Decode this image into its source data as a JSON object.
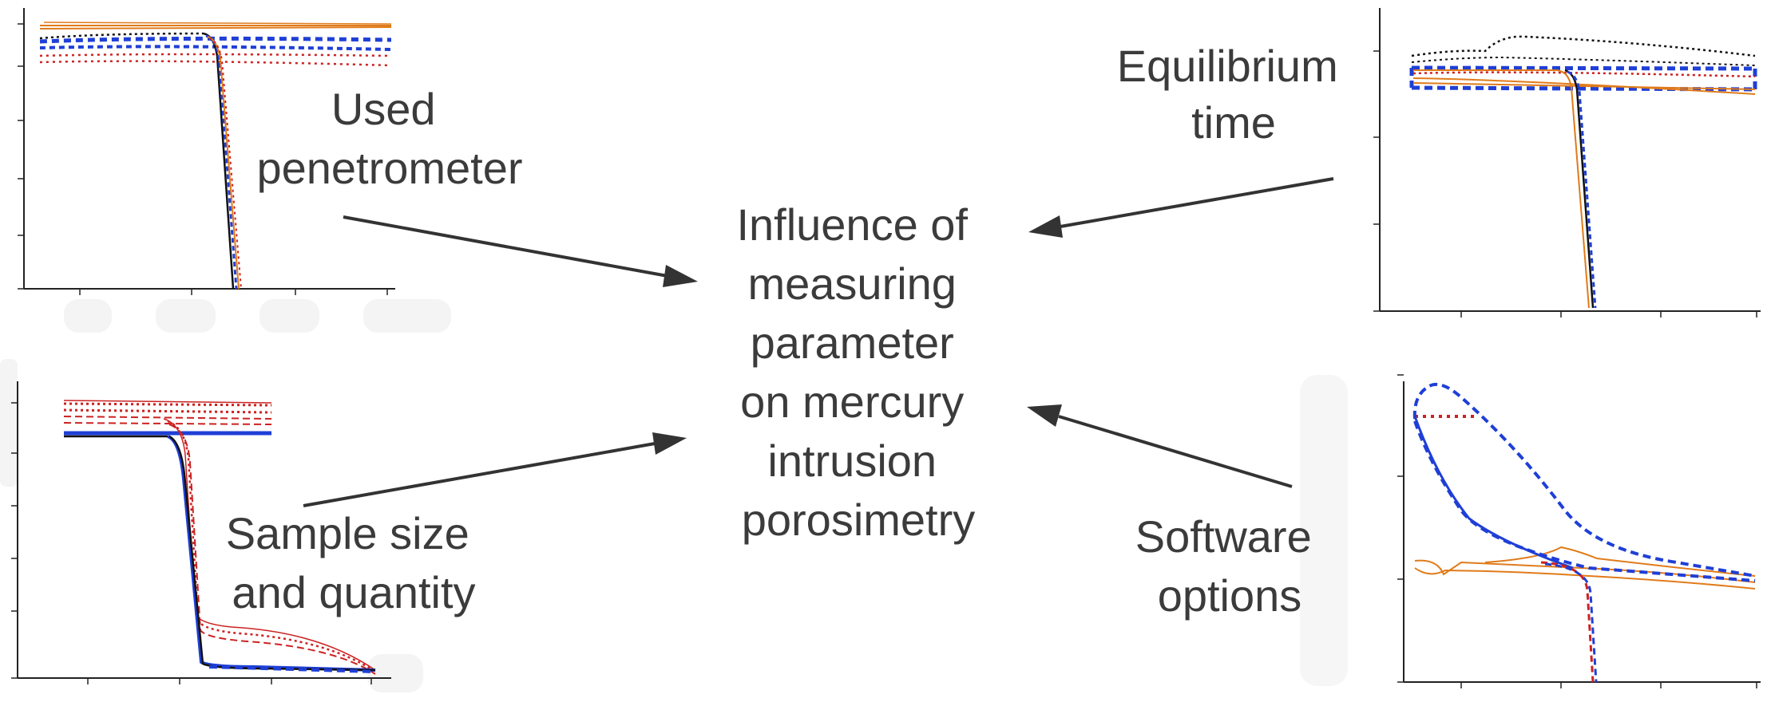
{
  "diagram": {
    "center_lines": [
      "Influence of",
      "measuring",
      " parameter",
      "on mercury",
      "intrusion",
      "porosimetry"
    ],
    "factors": {
      "top_left": [
        "Used",
        "penetrometer"
      ],
      "top_right": [
        "Equilibrium",
        "time"
      ],
      "bottom_left": [
        "Sample size",
        "and quantity"
      ],
      "bottom_right": [
        "Software",
        "options"
      ]
    }
  },
  "colors": {
    "orange": "#e07b1a",
    "blue": "#1f3fd6",
    "red": "#cc2222",
    "black": "#111111",
    "text": "#3b3b3b",
    "arrow": "#333333"
  }
}
